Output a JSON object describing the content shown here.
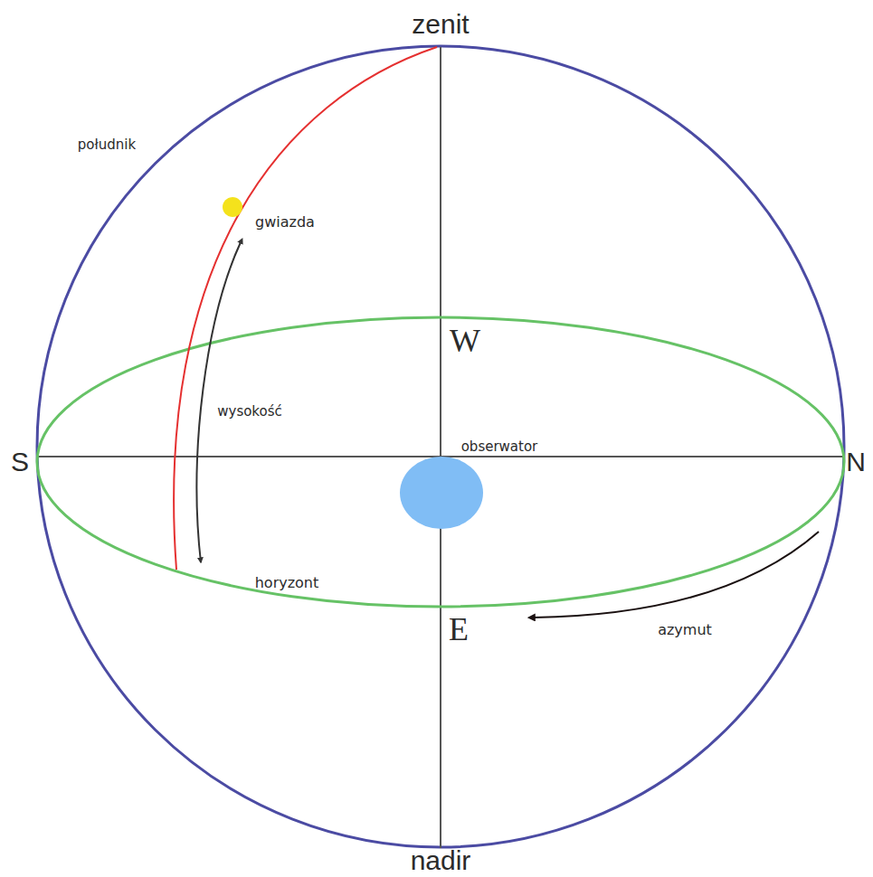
{
  "diagram": {
    "labels": [
      "zenit",
      "południk",
      "gwiazda",
      "W",
      "wysokość",
      "S",
      "obserwator",
      "N",
      "horyzont",
      "E",
      "azymut",
      "nadir"
    ]
  }
}
